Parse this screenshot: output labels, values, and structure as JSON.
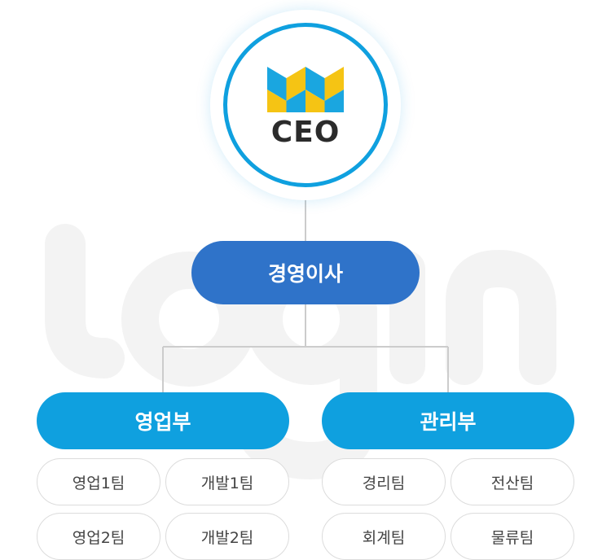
{
  "ceo": {
    "label": "CEO",
    "logo_icon": "company-logo-icon"
  },
  "executive": {
    "label": "경영이사"
  },
  "departments": [
    {
      "label": "영업부",
      "teams": [
        "영업1팀",
        "개발1팀",
        "영업2팀",
        "개발2팀"
      ]
    },
    {
      "label": "관리부",
      "teams": [
        "경리팀",
        "전산팀",
        "회계팀",
        "물류팀"
      ]
    }
  ],
  "colors": {
    "ceo_ring": "#0fa0df",
    "executive": "#2f73c9",
    "department": "#0fa0df",
    "logo_blue": "#1aa6e0",
    "logo_yellow": "#f5c414",
    "connector": "#cccccc",
    "watermark": "#f3f3f3"
  }
}
